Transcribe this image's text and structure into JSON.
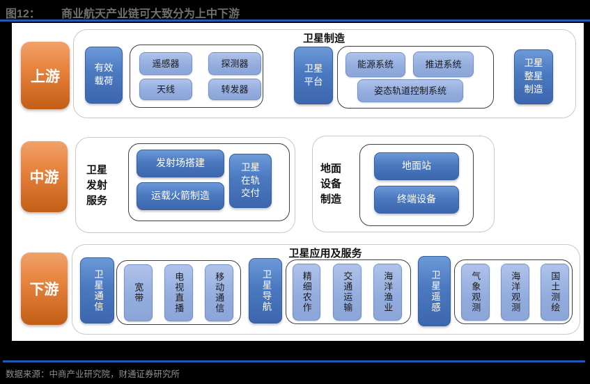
{
  "header": {
    "figure_label": "图12：",
    "title": "商业航天产业链可大致分为上中下游"
  },
  "footer": {
    "source": "数据来源：中商产业研究院，财通证券研究所"
  },
  "colors": {
    "page_background": "#000000",
    "accent_rule_blue": "#1F5BB5",
    "stage_orange": "#E07B35",
    "primary_blue": "#4472C4",
    "light_blue": "#8FAADC"
  },
  "upstream": {
    "stage_label": "上游",
    "section_title": "卫星制造",
    "payload_label": "有效载荷",
    "payload_components": [
      "遥感器",
      "探测器",
      "天线",
      "转发器"
    ],
    "platform_label": "卫星平台",
    "platform_components": [
      "能源系统",
      "推进系统",
      "姿态轨道控制系统"
    ],
    "integration_label": "卫星整星制造"
  },
  "midstream": {
    "stage_label": "中游",
    "launch": {
      "label": "卫星发射服务",
      "items": [
        "发射场搭建",
        "运载火箭制造",
        "卫星在轨交付"
      ]
    },
    "ground": {
      "label": "地面设备制造",
      "items": [
        "地面站",
        "终端设备"
      ]
    }
  },
  "downstream": {
    "stage_label": "下游",
    "section_title": "卫星应用及服务",
    "communication": {
      "label": "卫星通信",
      "items": [
        "宽带",
        "电视直播",
        "移动通信"
      ]
    },
    "navigation": {
      "label": "卫星导航",
      "items": [
        "精细农作",
        "交通运输",
        "海洋渔业"
      ]
    },
    "remote_sensing": {
      "label": "卫星遥感",
      "items": [
        "气象观测",
        "海洋观测",
        "国土测绘"
      ]
    }
  }
}
